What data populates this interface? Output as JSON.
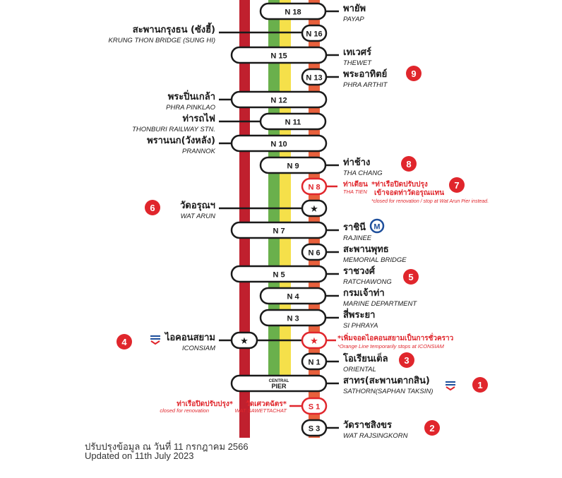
{
  "colors": {
    "red_line": "#c0202e",
    "green_line": "#6ab04c",
    "yellow_line": "#f5e04a",
    "orange_line": "#e8603c",
    "pill_border": "#1a1a1a",
    "closed": "#e0262c",
    "marker": "#e0262c"
  },
  "piers": [
    {
      "id": "N18",
      "code": "N 18",
      "side": "right",
      "th": "พายัพ",
      "en": "PAYAP",
      "span": "right"
    },
    {
      "id": "N16",
      "code": "N 16",
      "side": "left",
      "th": "สะพานกรุงธน (ซังฮี้)",
      "en": "KRUNG THON BRIDGE (SUNG HI)",
      "span": "orange"
    },
    {
      "id": "N15",
      "code": "N 15",
      "side": "right",
      "th": "เทเวศร์",
      "en": "THEWET",
      "span": "full"
    },
    {
      "id": "N13",
      "code": "N 13",
      "side": "right",
      "th": "พระอาทิตย์",
      "en": "PHRA ARTHIT",
      "span": "orange",
      "marker": "9"
    },
    {
      "id": "N12",
      "code": "N 12",
      "side": "left",
      "th": "พระปิ่นเกล้า",
      "en": "PHRA PINKLAO",
      "span": "full"
    },
    {
      "id": "N11",
      "code": "N 11",
      "side": "left",
      "th": "ท่ารถไฟ",
      "en": "THONBURI RAILWAY STN.",
      "span": "right"
    },
    {
      "id": "N10",
      "code": "N 10",
      "side": "left",
      "th": "พรานนก(วังหลัง)",
      "en": "PRANNOK",
      "span": "full"
    },
    {
      "id": "N9",
      "code": "N 9",
      "side": "right",
      "th": "ท่าช้าง",
      "en": "THA CHANG",
      "span": "right",
      "marker": "8"
    },
    {
      "id": "N8",
      "code": "N 8",
      "side": "right",
      "th": "ท่าเตียน",
      "en": "THA TIEN",
      "span": "orange",
      "closed": true,
      "marker": "7",
      "note_th_1": "*ท่าเรือปิดปรับปรุง",
      "note_th_2": "เข้าจอดท่าวัดอรุณแทน",
      "note_en": "*closed for renovation / stop at Wat Arun Pier instead."
    },
    {
      "id": "WA",
      "code": "",
      "side": "left",
      "th": "วัดอรุณฯ",
      "en": "WAT ARUN",
      "span": "star",
      "marker": "6"
    },
    {
      "id": "N7",
      "code": "N 7",
      "side": "right",
      "th": "ราชินี",
      "en": "RAJINEE",
      "span": "full",
      "metro": "M"
    },
    {
      "id": "N6",
      "code": "N 6",
      "side": "right",
      "th": "สะพานพุทธ",
      "en": "MEMORIAL BRIDGE",
      "span": "orange"
    },
    {
      "id": "N5",
      "code": "N 5",
      "side": "right",
      "th": "ราชวงศ์",
      "en": "RATCHAWONG",
      "span": "full",
      "marker": "5"
    },
    {
      "id": "N4",
      "code": "N 4",
      "side": "right",
      "th": "กรมเจ้าท่า",
      "en": "MARINE DEPARTMENT",
      "span": "right"
    },
    {
      "id": "N3",
      "code": "N 3",
      "side": "right",
      "th": "สี่พระยา",
      "en": "SI PHRAYA",
      "span": "right"
    },
    {
      "id": "IC",
      "code": "",
      "side": "left",
      "th": "ไอคอนสยาม",
      "en": "ICONSIAM",
      "span": "iconsiam",
      "marker": "4",
      "note_th_1": "*เพิ่มจอดไอคอนสยามเป็นการชั่วคราว",
      "note_en": "*Orange Line temporarily stops at ICONSIAM"
    },
    {
      "id": "N1",
      "code": "N 1",
      "side": "right",
      "th": "โอเรียนเต็ล",
      "en": "ORIENTAL",
      "span": "orange",
      "marker": "3"
    },
    {
      "id": "CP",
      "code_1": "CENTRAL",
      "code_2": "PIER",
      "side": "right",
      "th": "สาทร(สะพานตากสิน)",
      "en": "SATHORN(SAPHAN TAKSIN)",
      "span": "full",
      "marker": "1"
    },
    {
      "id": "S1",
      "code": "S 1",
      "side": "left",
      "th": "วัดเศวตฉัตร*",
      "en": "WAT SAWETTACHAT",
      "span": "orange",
      "closed": true,
      "note_th_1": "ท่าเรือปิดปรับปรุง*",
      "note_en": "closed for renovation"
    },
    {
      "id": "S3",
      "code": "S 3",
      "side": "right",
      "th": "วัดราชสิงขร",
      "en": "WAT RAJSINGKORN",
      "span": "orange",
      "marker": "2"
    }
  ],
  "footer": {
    "line_th": "ปรับปรุงข้อมูล ณ วันที่ 11 กรกฎาคม 2566",
    "line_en": "Updated on 11th July 2023"
  }
}
